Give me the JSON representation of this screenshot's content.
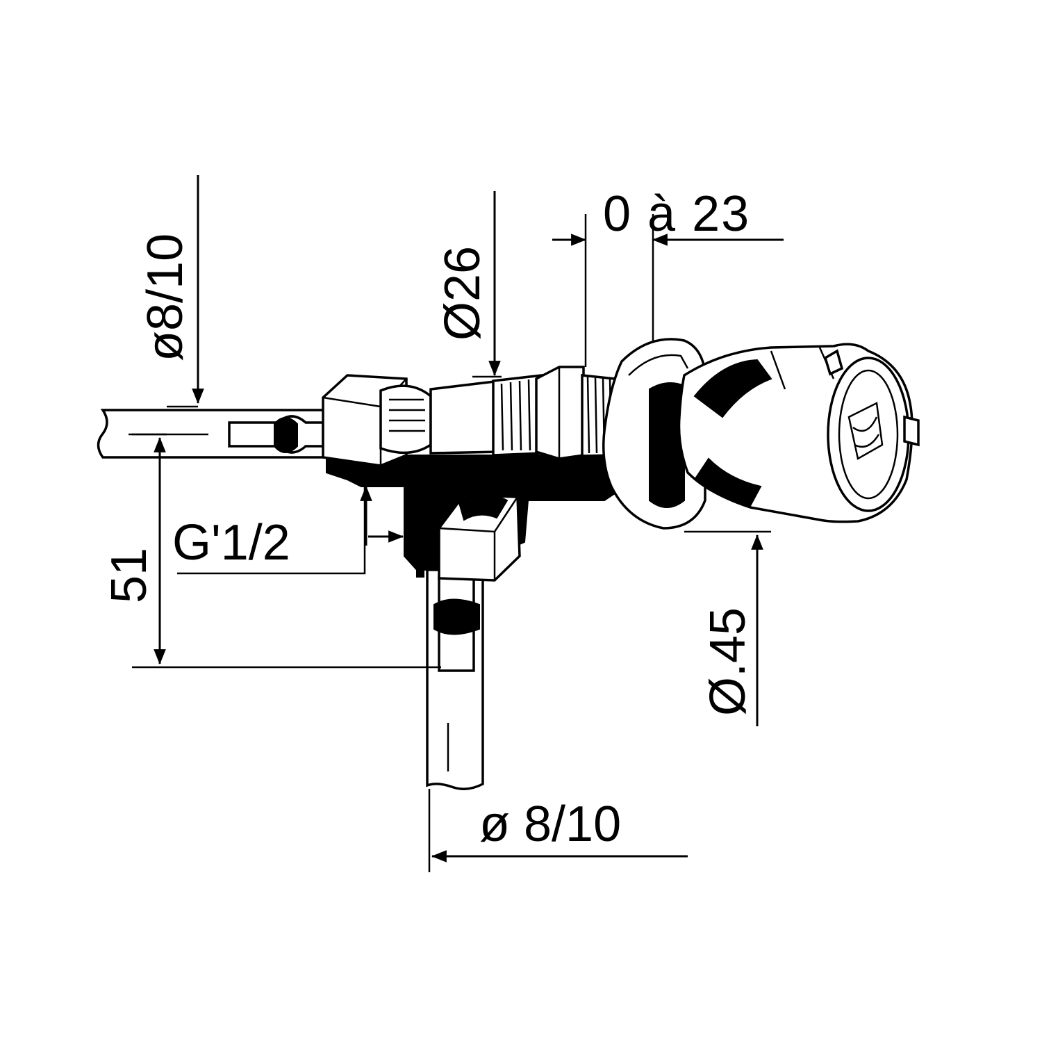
{
  "diagram": {
    "colors": {
      "ink": "#000000",
      "paper": "#ffffff"
    },
    "labels": {
      "inlet_side": "ø8/10",
      "inlet_bottom": "ø 8/10",
      "thread_diameter": "Ø26",
      "adjust_range": "0 à 23",
      "knob_diameter": "Ø.45",
      "thread_size": "G'1/2",
      "height": "51"
    },
    "icons": {
      "arrow": "arrowhead-icon",
      "logo": "manufacturer-logo-icon"
    }
  }
}
